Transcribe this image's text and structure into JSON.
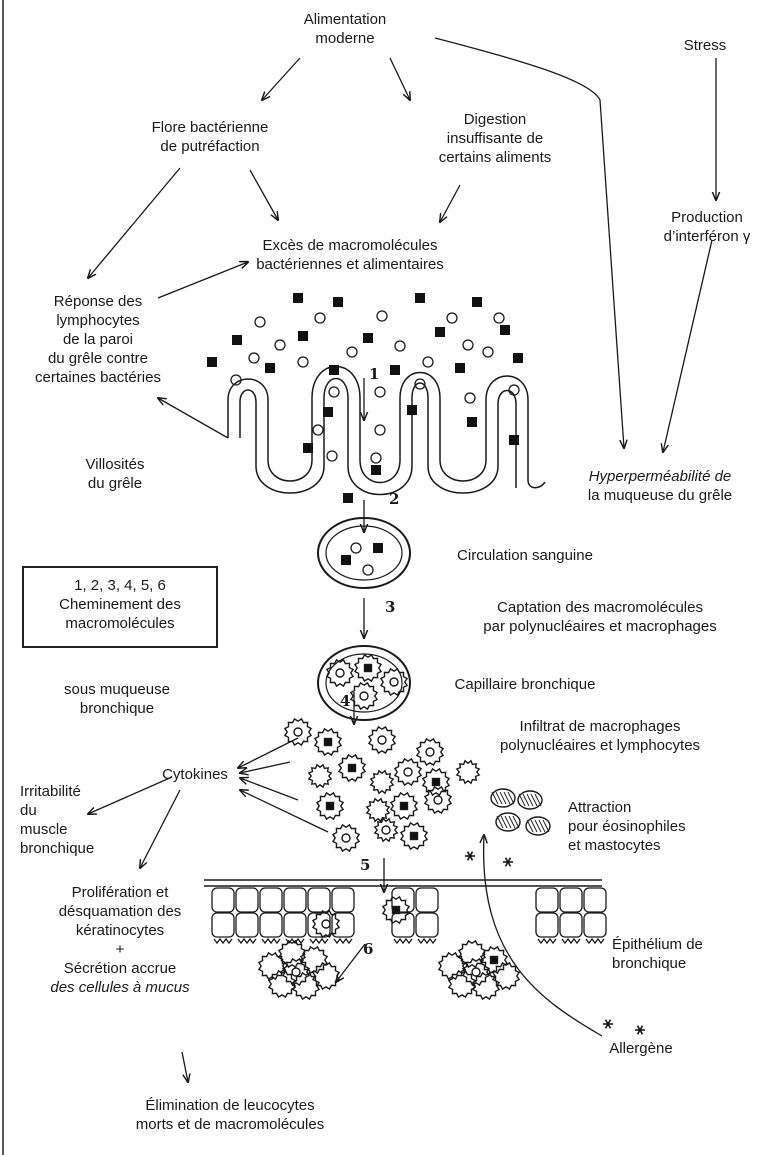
{
  "labels": {
    "alimentation": [
      "Alimentation",
      "moderne"
    ],
    "stress": "Stress",
    "flore": [
      "Flore bactérienne",
      "de putréfaction"
    ],
    "digestion": [
      "Digestion",
      "insuffisante de",
      "certains aliments"
    ],
    "production": [
      "Production",
      "d’interféron γ"
    ],
    "exces": [
      "Excès de macromolécules",
      "bactériennes et alimentaires"
    ],
    "reponse": [
      "Réponse des",
      "lymphocytes",
      "de la paroi",
      "du grêle contre",
      "certaines bactéries"
    ],
    "villosites": [
      "Villosités",
      "du grêle"
    ],
    "hyper": [
      "Hyperperméabilité de",
      "la muqueuse du grêle"
    ],
    "circulation": "Circulation sanguine",
    "legend": [
      "1, 2, 3, 4, 5, 6",
      "Cheminement des",
      "macromolécules"
    ],
    "captation": [
      "Captation des macromolécules",
      "par polynucléaires et macrophages"
    ],
    "capillaire": "Capillaire bronchique",
    "sous": [
      "sous muqueuse",
      "bronchique"
    ],
    "infiltrat": [
      "Infiltrat de macrophages",
      "polynucléaires et lymphocytes"
    ],
    "cytokines": "Cytokines",
    "irritabilite": [
      "Irritabilité",
      "du",
      "muscle",
      "bronchique"
    ],
    "attraction": [
      "Attraction",
      "pour éosinophiles",
      "et mastocytes"
    ],
    "proliferation": [
      "Prolifération et",
      "désquamation des",
      "kératinocytes",
      "+",
      "Sécrétion accrue",
      "des cellules à mucus"
    ],
    "epithelium": [
      "Épithélium de",
      "bronchique"
    ],
    "allergene": "Allergène",
    "elimination": [
      "Élimination de leucocytes",
      "morts et de macromolécules"
    ]
  },
  "step_numbers": [
    "1",
    "2",
    "3",
    "4",
    "5",
    "6"
  ]
}
